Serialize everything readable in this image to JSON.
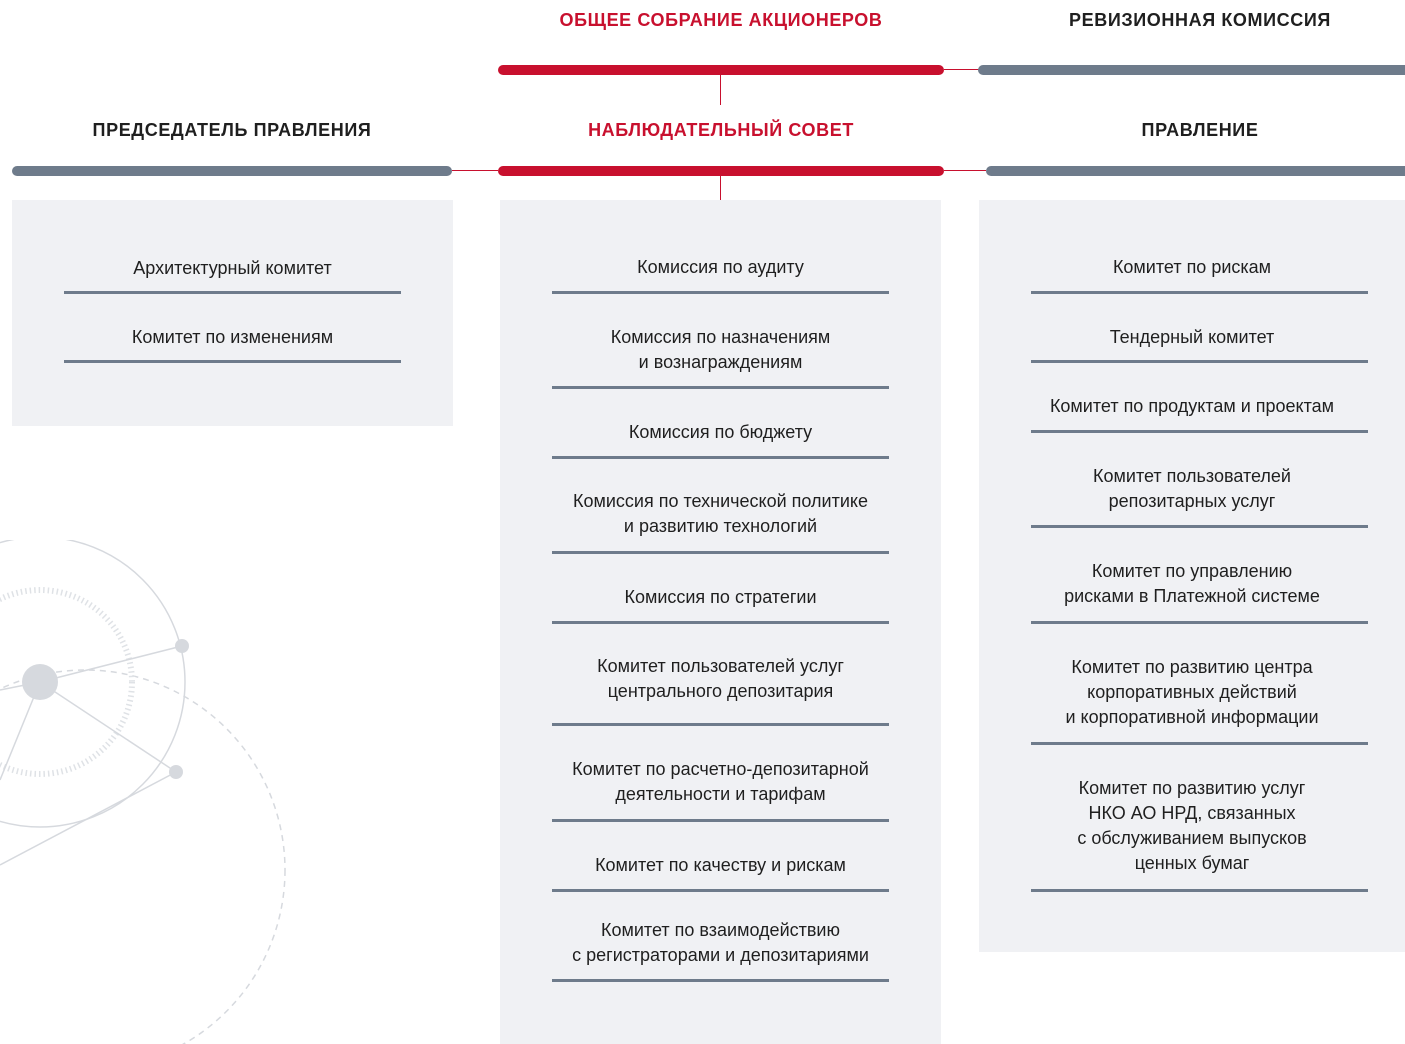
{
  "shareholders_meeting": "ОБЩЕЕ СОБРАНИЕ АКЦИОНЕРОВ",
  "audit_commission": "РЕВИЗИОННАЯ КОМИССИЯ",
  "chairman": {
    "title": "ПРЕДСЕДАТЕЛЬ ПРАВЛЕНИЯ",
    "items": [
      "Архитектурный комитет",
      "Комитет по изменениям"
    ]
  },
  "supervisory_board": {
    "title": "НАБЛЮДАТЕЛЬНЫЙ СОВЕТ",
    "items": [
      "Комиссия по аудиту",
      "Комиссия по назначениям\nи вознаграждениям",
      "Комиссия по бюджету",
      "Комиссия по технической политике\nи развитию технологий",
      "Комиссия по стратегии",
      "Комитет пользователей услуг\nцентрального депозитария",
      "Комитет по расчетно-депозитарной\nдеятельности и тарифам",
      "Комитет по качеству и рискам",
      "Комитет по взаимодействию\nс регистраторами и депозитариями"
    ]
  },
  "management_board": {
    "title": "ПРАВЛЕНИЕ",
    "items": [
      "Комитет по рискам",
      "Тендерный комитет",
      "Комитет по продуктам и проектам",
      "Комитет пользователей\nрепозитарных услуг",
      "Комитет по управлению\nрисками в Платежной системе",
      "Комитет по развитию центра\nкорпоративных действий\nи корпоративной информации",
      "Комитет по развитию услуг\nНКО АО НРД, связанных\nс обслуживанием выпусков\nценных бумаг"
    ]
  },
  "colors": {
    "accent": "#c8102e",
    "bar_gray": "#6e7b8b",
    "panel_bg": "#f0f1f4"
  }
}
